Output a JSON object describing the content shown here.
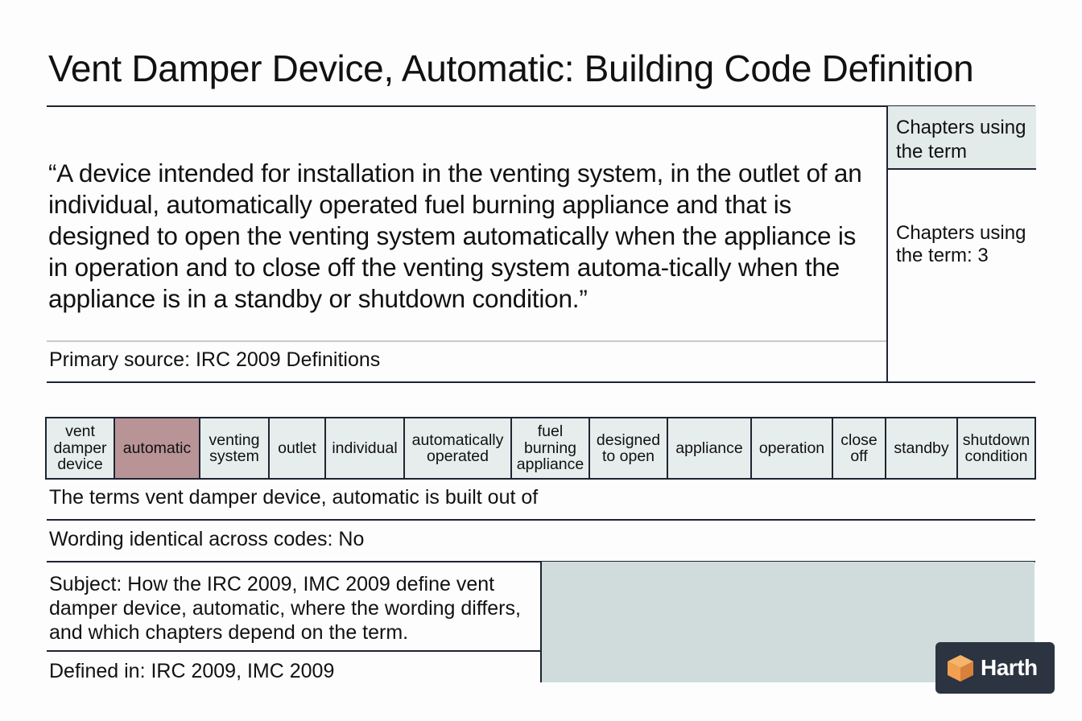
{
  "title": "Vent Damper Device, Automatic: Building Code Definition",
  "definition": {
    "quote": "“A device intended for installation in the venting system, in the outlet of an individual, automatically operated fuel burning appliance and that is designed to open the venting system automatically when the appliance is in operation and to close off the venting system automa-tically when  the appliance is in a standby or shutdown condition.”",
    "primary_source": "Primary source: IRC 2009 Definitions"
  },
  "side_panel": {
    "header": "Chapters using the term",
    "body": "Chapters using the term: 3"
  },
  "terms": [
    {
      "label": "vent damper device",
      "highlight": false
    },
    {
      "label": "automatic",
      "highlight": true
    },
    {
      "label": "venting system",
      "highlight": false
    },
    {
      "label": "outlet",
      "highlight": false
    },
    {
      "label": "individual",
      "highlight": false
    },
    {
      "label": "automatically operated",
      "highlight": false
    },
    {
      "label": "fuel burning appliance",
      "highlight": false
    },
    {
      "label": "designed to open",
      "highlight": false
    },
    {
      "label": "appliance",
      "highlight": false
    },
    {
      "label": "operation",
      "highlight": false
    },
    {
      "label": "close off",
      "highlight": false
    },
    {
      "label": "standby",
      "highlight": false
    },
    {
      "label": "shutdown condition",
      "highlight": false
    }
  ],
  "terms_caption": "The terms vent damper device, automatic is built out of",
  "wording_identical": "Wording identical across codes: No",
  "subject": "Subject: How the IRC 2009, IMC 2009 define vent damper device, automatic, where the wording differs, and which chapters depend on the term.",
  "defined_in": "Defined in: IRC 2009, IMC 2009",
  "logo": {
    "text": "Harth",
    "colors": {
      "light": "#f6b46a",
      "dark": "#d8813a",
      "bg": "#2b3440"
    }
  }
}
